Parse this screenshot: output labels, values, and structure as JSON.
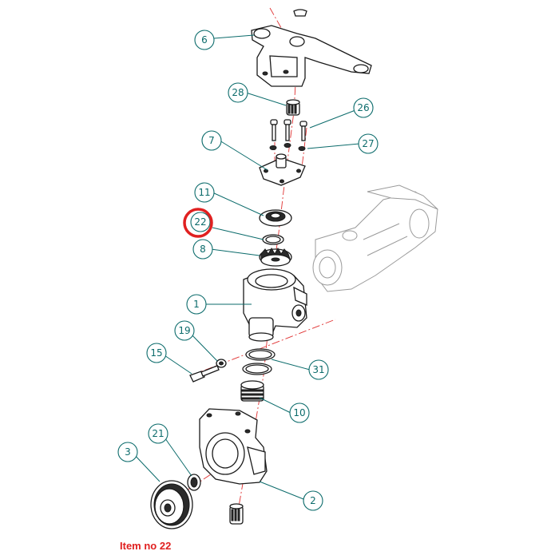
{
  "diagram": {
    "caption": "Item no 22",
    "highlight_color": "#e02020",
    "balloon_color": "#0b6b6b",
    "axis_color": "#e03030",
    "highlighted_item": "22",
    "balloons": [
      {
        "id": "6"
      },
      {
        "id": "28"
      },
      {
        "id": "26"
      },
      {
        "id": "27"
      },
      {
        "id": "7"
      },
      {
        "id": "11"
      },
      {
        "id": "22"
      },
      {
        "id": "8"
      },
      {
        "id": "1"
      },
      {
        "id": "19"
      },
      {
        "id": "15"
      },
      {
        "id": "31"
      },
      {
        "id": "10"
      },
      {
        "id": "21"
      },
      {
        "id": "3"
      },
      {
        "id": "2"
      }
    ]
  }
}
